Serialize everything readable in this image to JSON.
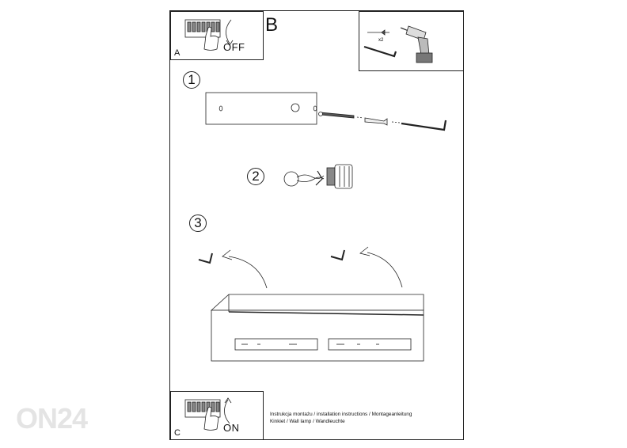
{
  "panels": {
    "a": {
      "letter": "A",
      "state": "OFF"
    },
    "b": {
      "letter": "B",
      "quantity": "x2"
    },
    "c": {
      "letter": "C",
      "state": "ON"
    }
  },
  "steps": [
    "1",
    "2",
    "3"
  ],
  "info": {
    "line1": "Instrukcja montażu / installation instructions / Montageanleitung",
    "line2": "Kinkiet / Wall lamp / Wandleuchte"
  },
  "watermark": "ON24"
}
